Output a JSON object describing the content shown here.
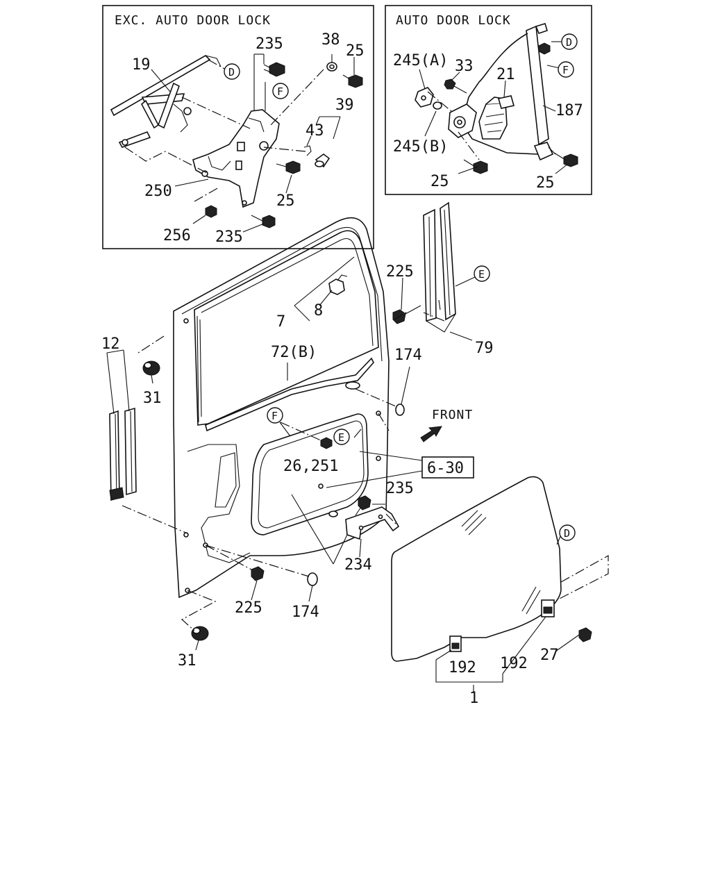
{
  "insets": {
    "exc_title": "EXC. AUTO DOOR LOCK",
    "auto_title": "AUTO DOOR LOCK"
  },
  "callouts": {
    "D": "D",
    "E": "E",
    "F": "F"
  },
  "labels": {
    "p235a": "235",
    "p38": "38",
    "p25a": "25",
    "p19": "19",
    "p39": "39",
    "p43": "43",
    "p250": "250",
    "p25b": "25",
    "p256": "256",
    "p235b": "235",
    "p245a": "245(A)",
    "p33": "33",
    "p21": "21",
    "p187": "187",
    "p245b": "245(B)",
    "p25c": "25",
    "p25d": "25",
    "p225a": "225",
    "p79": "79",
    "p7": "7",
    "p8": "8",
    "p12": "12",
    "p31a": "31",
    "p72b": "72(B)",
    "p174a": "174",
    "front": "FRONT",
    "p26_251": "26,251",
    "ref_6_30": "6-30",
    "p235c": "235",
    "p234": "234",
    "p225b": "225",
    "p174b": "174",
    "p31b": "31",
    "p192a": "192",
    "p192b": "192",
    "p27": "27",
    "p1": "1"
  }
}
